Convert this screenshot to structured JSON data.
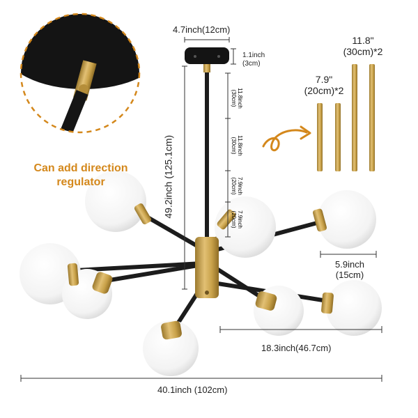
{
  "callout": {
    "line1": "Can add direction",
    "line2": "regulator"
  },
  "dims": {
    "canopy_width": "4.7inch(12cm)",
    "canopy_height_in": "1.1inch",
    "canopy_height_cm": "(3cm)",
    "total_height": "49.2inch (125.1cm)",
    "rod1_in": "11.8inch",
    "rod1_cm": "(30cm)",
    "rod2_in": "11.8inch",
    "rod2_cm": "(30cm)",
    "rod3_in": "7.9inch",
    "rod3_cm": "(20cm)",
    "rod4_in": "7.9inch",
    "rod4_cm": "(20cm)",
    "long_rods_len": "11.8\"",
    "long_rods_qty": "(30cm)*2",
    "short_rods_len": "7.9\"",
    "short_rods_qty": "(20cm)*2",
    "globe_in": "5.9inch",
    "globe_cm": "(15cm)",
    "arm_span": "18.3inch(46.7cm)",
    "total_width": "40.1inch (102cm)"
  },
  "colors": {
    "brass": "#C9A24A",
    "black": "#1c1c1c",
    "accent": "#D4881C",
    "globe": "#ffffff"
  }
}
